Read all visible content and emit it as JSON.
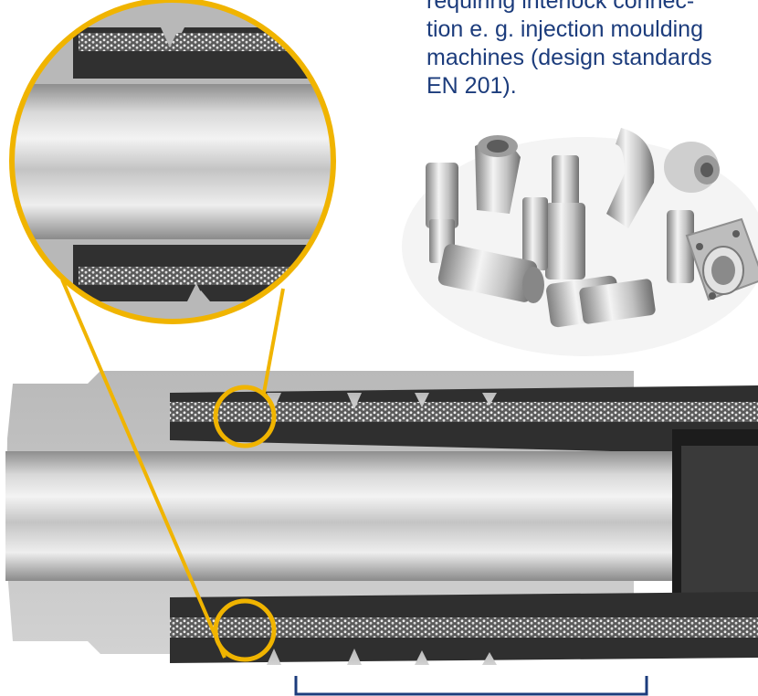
{
  "body_text": {
    "lines": [
      "requiring interlock connec-",
      "tion e. g. injection moulding",
      "machines (design standards",
      "EN 201)."
    ]
  },
  "figures": {
    "fittings_photo": {
      "icon": "hydraulic-fittings-photo"
    },
    "hose_cutaway": {
      "icon": "crimped-hose-fitting-cutaway"
    },
    "magnifier": {
      "icon": "magnified-crimp-detail"
    }
  },
  "colors": {
    "text": "#1c3c7c",
    "highlight": "#f0b400",
    "bracket": "#1c3c7c"
  }
}
